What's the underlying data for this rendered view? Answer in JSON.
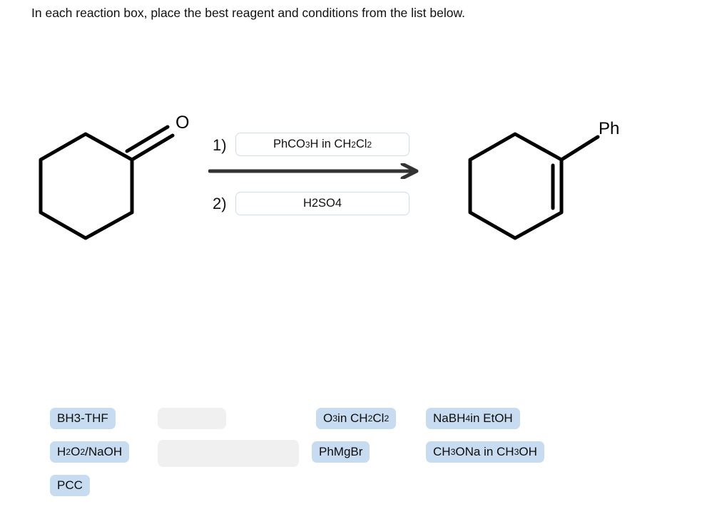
{
  "prompt": "In each reaction box, place the best reagent and conditions from the list below.",
  "reaction": {
    "reactant": {
      "name": "cyclohexanone",
      "atom_label": "O"
    },
    "product": {
      "name": "1-phenylcyclohexene",
      "substituent_label": "Ph"
    },
    "arrow": {
      "direction": "right",
      "color": "#333333"
    },
    "steps": [
      {
        "number_label": "1)",
        "filled": true,
        "answer_html": "PhCO<sub>3</sub>H in CH<sub>2</sub>Cl<sub>2</sub>",
        "answer_text": "PhCO3H in CH2Cl2"
      },
      {
        "number_label": "2)",
        "filled": true,
        "answer_html": "H2SO4",
        "answer_text": "H2SO4"
      }
    ]
  },
  "reagent_bank": {
    "chip_color": "#c7dcf0",
    "empty_slot_color": "#f0f0f0",
    "chips": [
      {
        "id": "bh3-thf",
        "html": "BH3-THF",
        "text": "BH3-THF"
      },
      {
        "id": "h2o2-naoh",
        "html": "H<sub>2</sub>O<sub>2</sub>/NaOH",
        "text": "H2O2/NaOH"
      },
      {
        "id": "pcc",
        "html": "PCC",
        "text": "PCC"
      },
      {
        "id": "o3-ch2cl2",
        "html": "O<sub>3</sub> in CH<sub>2</sub>Cl<sub>2</sub>",
        "text": "O3 in CH2Cl2"
      },
      {
        "id": "phmgbr",
        "html": "PhMgBr",
        "text": "PhMgBr"
      },
      {
        "id": "nabh4-etoh",
        "html": "NaBH<sub>4</sub> in EtOH",
        "text": "NaBH4 in EtOH"
      },
      {
        "id": "ch3ona-ch3oh",
        "html": "CH<sub>3</sub>ONa in CH<sub>3</sub>OH",
        "text": "CH3ONa in CH3OH"
      }
    ],
    "empty_slots": [
      {
        "id": "empty-slot-1"
      },
      {
        "id": "empty-slot-2"
      }
    ]
  }
}
